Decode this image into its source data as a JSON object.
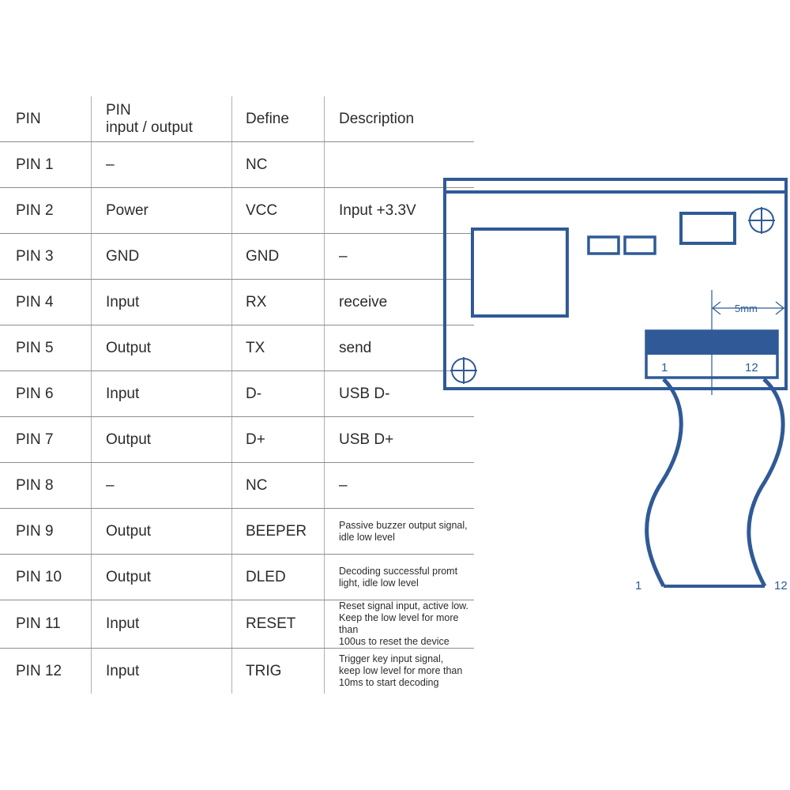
{
  "table": {
    "headers": {
      "pin": "PIN",
      "io_line1": "PIN",
      "io_line2": "input / output",
      "define": "Define",
      "description": "Description"
    },
    "rows": [
      {
        "pin": "PIN 1",
        "io": "–",
        "define": "NC",
        "description": ""
      },
      {
        "pin": "PIN 2",
        "io": "Power",
        "define": "VCC",
        "description": "Input +3.3V"
      },
      {
        "pin": "PIN 3",
        "io": "GND",
        "define": "GND",
        "description": "–"
      },
      {
        "pin": "PIN 4",
        "io": "Input",
        "define": "RX",
        "description": "receive"
      },
      {
        "pin": "PIN 5",
        "io": "Output",
        "define": "TX",
        "description": "send"
      },
      {
        "pin": "PIN 6",
        "io": "Input",
        "define": "D-",
        "description": "USB D-"
      },
      {
        "pin": "PIN 7",
        "io": "Output",
        "define": "D+",
        "description": "USB D+"
      },
      {
        "pin": "PIN 8",
        "io": "–",
        "define": "NC",
        "description": "–"
      },
      {
        "pin": "PIN 9",
        "io": "Output",
        "define": "BEEPER",
        "description": "Passive buzzer output signal,\nidle low level"
      },
      {
        "pin": "PIN 10",
        "io": "Output",
        "define": "DLED",
        "description": "Decoding successful promt\nlight, idle low level"
      },
      {
        "pin": "PIN 11",
        "io": "Input",
        "define": "RESET",
        "description": "Reset signal input, active low.\nKeep the low level for more than\n100us to reset the device"
      },
      {
        "pin": "PIN 12",
        "io": "Input",
        "define": "TRIG",
        "description": "Trigger key input signal,\nkeep low level for more than\n10ms to start decoding"
      }
    ]
  },
  "diagram": {
    "dimension_label": "5mm",
    "connector_pin_first": "1",
    "connector_pin_last": "12",
    "cable_pin_first": "1",
    "cable_pin_last": "12",
    "line_color": "#2f5a97"
  }
}
